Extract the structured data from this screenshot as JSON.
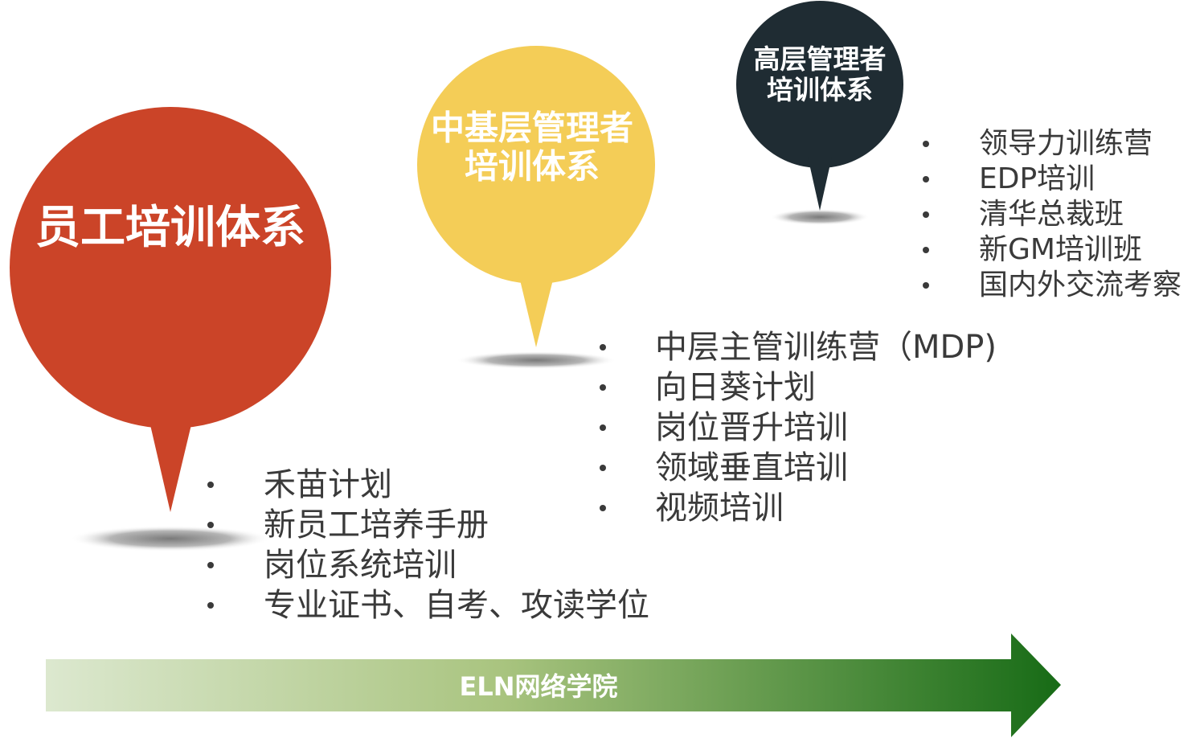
{
  "colors": {
    "employee": "#cb4428",
    "middle": "#f4cd57",
    "senior": "#1f2c33",
    "arrow_start": "#dce8cf",
    "arrow_end": "#176b16"
  },
  "pins": [
    {
      "title_lines": [
        "员工培训体系"
      ],
      "items": [
        "禾苗计划",
        "新员工培养手册",
        "岗位系统培训",
        "专业证书、自考、攻读学位"
      ]
    },
    {
      "title_lines": [
        "中基层管理者",
        "培训体系"
      ],
      "items": [
        "中层主管训练营（MDP)",
        "向日葵计划",
        "岗位晋升培训",
        "领域垂直培训",
        "视频培训"
      ]
    },
    {
      "title_lines": [
        "高层管理者",
        "培训体系"
      ],
      "items": [
        "领导力训练营",
        "EDP培训",
        "清华总裁班",
        "新GM培训班",
        "国内外交流考察"
      ]
    }
  ],
  "arrow": {
    "label": "ELN网络学院"
  }
}
